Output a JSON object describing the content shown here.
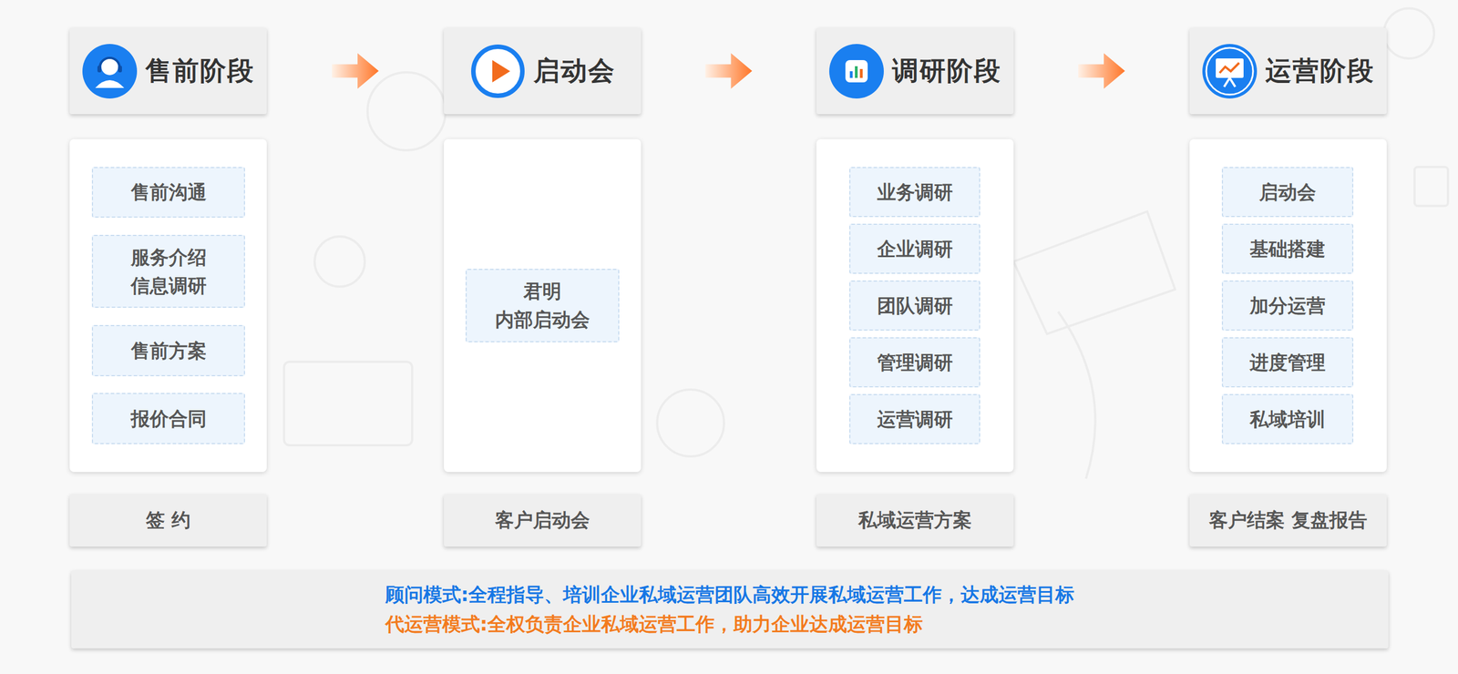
{
  "diagram": {
    "nodes": [
      {
        "text": [
          "售前阶段"
        ]
      },
      {
        "text": []
      },
      {
        "text": [
          "售前沟通"
        ],
        "in": 1
      },
      {
        "text": [
          "服务介绍 信息调研"
        ],
        "in": 1
      },
      {
        "text": [
          "售前方案"
        ],
        "in": 1
      },
      {
        "text": [
          "报价合同"
        ],
        "in": 1
      },
      {
        "text": [
          "签 约"
        ]
      },
      {
        "text": [
          "启动会"
        ]
      },
      {
        "text": []
      },
      {
        "text": [
          "君明 内部启动会"
        ],
        "in": 8
      },
      {
        "text": [
          "客户启动会"
        ]
      },
      {
        "text": [
          "调研阶段"
        ]
      },
      {
        "text": []
      },
      {
        "text": [
          "业务调研"
        ],
        "in": 12
      },
      {
        "text": [
          "企业调研"
        ],
        "in": 12
      },
      {
        "text": [
          "团队调研"
        ],
        "in": 12
      },
      {
        "text": [
          "管理调研"
        ],
        "in": 12
      },
      {
        "text": [
          "运营调研"
        ],
        "in": 12
      },
      {
        "text": [
          "私域运营方案"
        ]
      },
      {
        "text": [
          "运营阶段"
        ]
      },
      {
        "text": []
      },
      {
        "text": [
          "启动会"
        ],
        "in": 20
      },
      {
        "text": [
          "基础搭建"
        ],
        "in": 20
      },
      {
        "text": [
          "加分运营"
        ],
        "in": 20
      },
      {
        "text": [
          "进度管理"
        ],
        "in": 20
      },
      {
        "text": [
          "私域培训"
        ],
        "in": 20
      },
      {
        "text": [
          "客户结案 复盘报告"
        ]
      },
      {
        "text": [
          "顾问模式:全程指导、培训企业私域运营团队高效开展私域运营工作，达成运营目标",
          "代运营模式:全权负责企业私域运营工作，助力企业达成运营目标"
        ]
      }
    ],
    "edges": [
      {
        "from": 0,
        "to": 7,
        "arrow": "to"
      },
      {
        "from": 7,
        "to": 11,
        "arrow": "to"
      },
      {
        "from": 11,
        "to": 19,
        "arrow": "to"
      }
    ]
  }
}
